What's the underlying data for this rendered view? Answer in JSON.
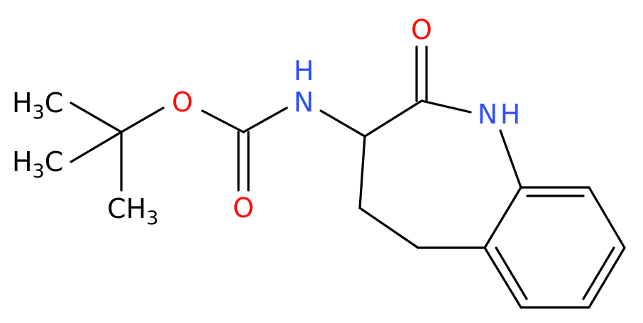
{
  "colors": {
    "bond": "#000000",
    "carbon_label": "#000000",
    "oxygen": "#ff0d0d",
    "nitrogen": "#3050f8"
  },
  "labels": {
    "methyl_1": {
      "main": "H",
      "sub": "3",
      "tail": "C"
    },
    "methyl_2": {
      "main": "H",
      "sub": "3",
      "tail": "C"
    },
    "methyl_3": {
      "main": "CH",
      "sub": "3"
    },
    "ester_oxygen": "O",
    "carbonyl_oxygen_carbamate": "O",
    "carbamate_nh": "N",
    "carbamate_nh_h": "H",
    "ketone_oxygen": "O",
    "ring_nh": "N",
    "ring_nh_h": "H"
  }
}
